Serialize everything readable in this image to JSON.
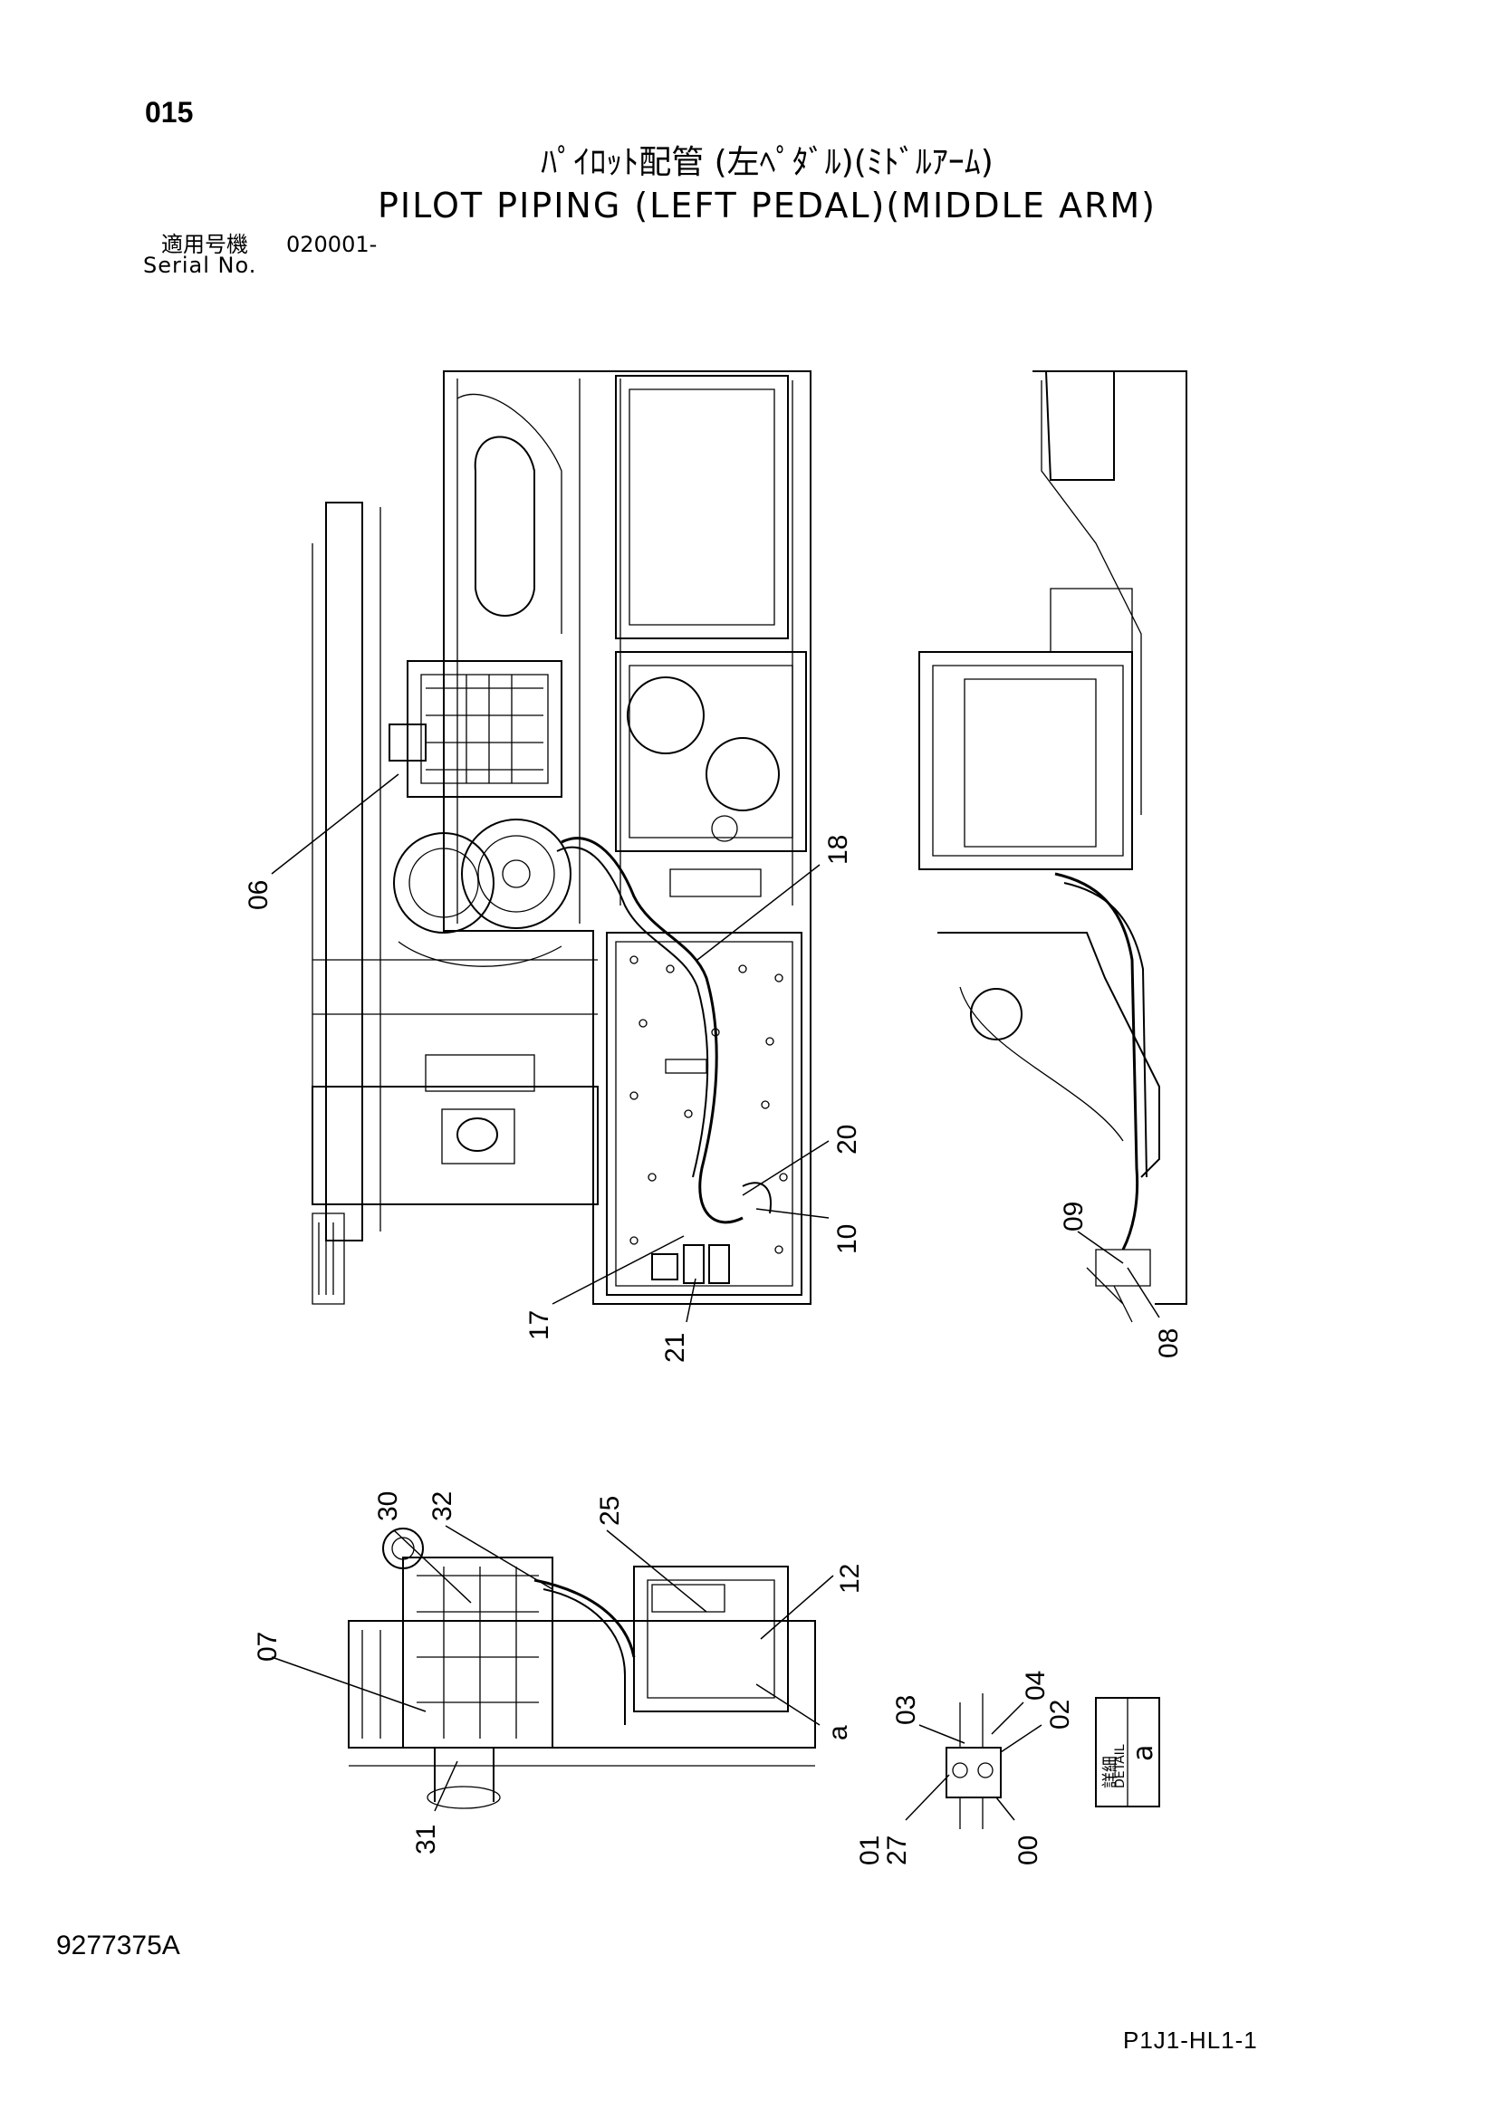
{
  "header": {
    "page_number": "015",
    "title_jp": "ﾊﾟｲﾛｯﾄ配管 (左ﾍﾟﾀﾞﾙ)(ﾐﾄﾞﾙｱｰﾑ)",
    "title_en": "PILOT PIPING (LEFT PEDAL)(MIDDLE ARM)",
    "serial_label_jp": "適用号機",
    "serial_value": "020001-",
    "serial_label_en": "Serial No."
  },
  "callouts": [
    {
      "id": "06",
      "label": "06"
    },
    {
      "id": "18",
      "label": "18"
    },
    {
      "id": "20",
      "label": "20"
    },
    {
      "id": "10",
      "label": "10"
    },
    {
      "id": "17",
      "label": "17"
    },
    {
      "id": "21",
      "label": "21"
    },
    {
      "id": "09",
      "label": "09"
    },
    {
      "id": "08",
      "label": "08"
    },
    {
      "id": "30",
      "label": "30"
    },
    {
      "id": "32",
      "label": "32"
    },
    {
      "id": "25",
      "label": "25"
    },
    {
      "id": "12",
      "label": "12"
    },
    {
      "id": "07",
      "label": "07"
    },
    {
      "id": "31",
      "label": "31"
    },
    {
      "id": "a",
      "label": "a"
    },
    {
      "id": "03",
      "label": "03"
    },
    {
      "id": "04",
      "label": "04"
    },
    {
      "id": "02",
      "label": "02"
    },
    {
      "id": "01",
      "label": "01"
    },
    {
      "id": "27",
      "label": "27"
    },
    {
      "id": "00",
      "label": "00"
    }
  ],
  "detail_box": {
    "label_jp": "詳細",
    "label_en": "DETAIL",
    "ref": "a"
  },
  "footer": {
    "document_number": "9277375A",
    "page_code": "P1J1-HL1-1"
  }
}
